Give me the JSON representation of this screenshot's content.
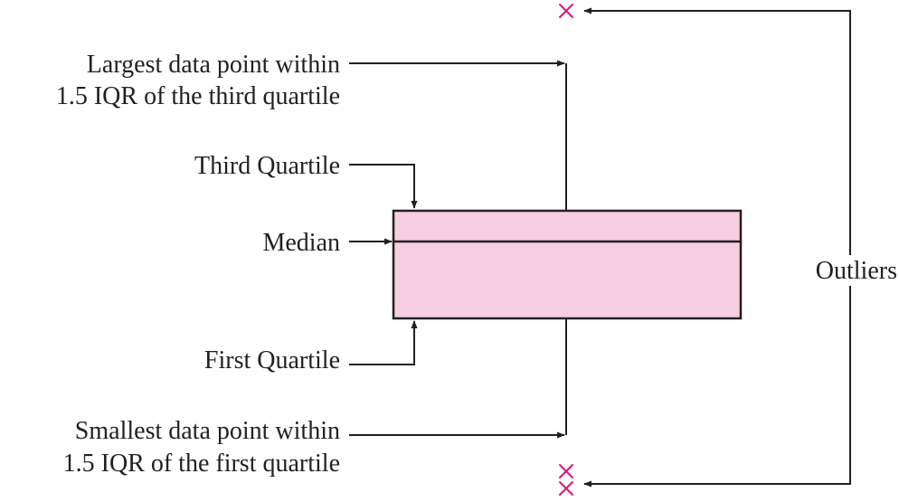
{
  "labels": {
    "largest_line1": "Largest data point within",
    "largest_line2": "1.5 IQR of the third quartile",
    "third_quartile": "Third Quartile",
    "median": "Median",
    "first_quartile": "First Quartile",
    "smallest_line1": "Smallest data point within",
    "smallest_line2": "1.5 IQR of the first quartile",
    "outliers": "Outliers"
  },
  "colors": {
    "box_fill": "#f7cde0",
    "outlier_marker": "#e0147a",
    "line": "#231f20"
  },
  "icons": {
    "outlier_marker": "x-mark-icon",
    "arrowhead": "arrowhead-icon"
  }
}
